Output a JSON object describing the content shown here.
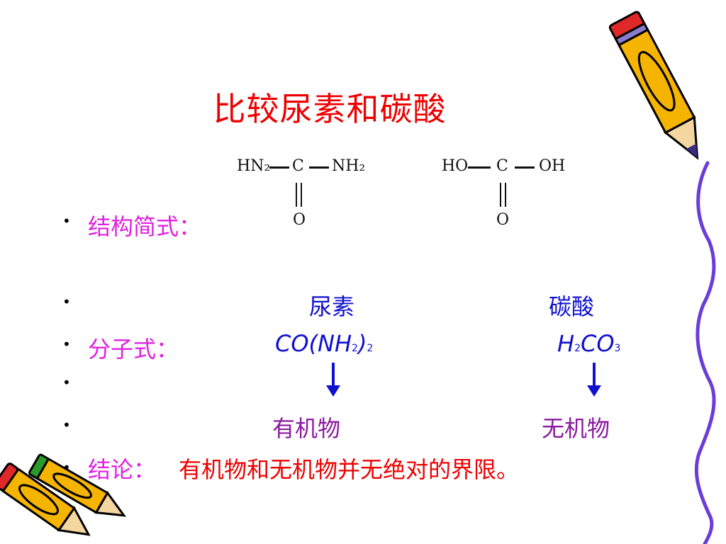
{
  "slide": {
    "title": "比较尿素和碳酸",
    "row_structure": {
      "label": "结构简式："
    },
    "urea_structure": {
      "left_group": "HN₂",
      "center": "C",
      "right_group": "NH₂",
      "oxygen": "O"
    },
    "carbonic_structure": {
      "left_group": "HO",
      "center": "C",
      "right_group": "OH",
      "oxygen": "O"
    },
    "row_names": {
      "left": "尿素",
      "right": "碳酸"
    },
    "row_formula": {
      "label": "分子式：",
      "left": {
        "p1": "CO(NH",
        "s1": "2",
        "p2": ")",
        "s2": "2"
      },
      "right": {
        "p1": "H",
        "s1": "2",
        "p2": "CO",
        "s2": "3"
      }
    },
    "row_class": {
      "left": "有机物",
      "right": "无机物"
    },
    "conclusion": {
      "label": "结论：",
      "text": "有机物和无机物并无绝对的界限。"
    },
    "bullet_char": "•"
  }
}
